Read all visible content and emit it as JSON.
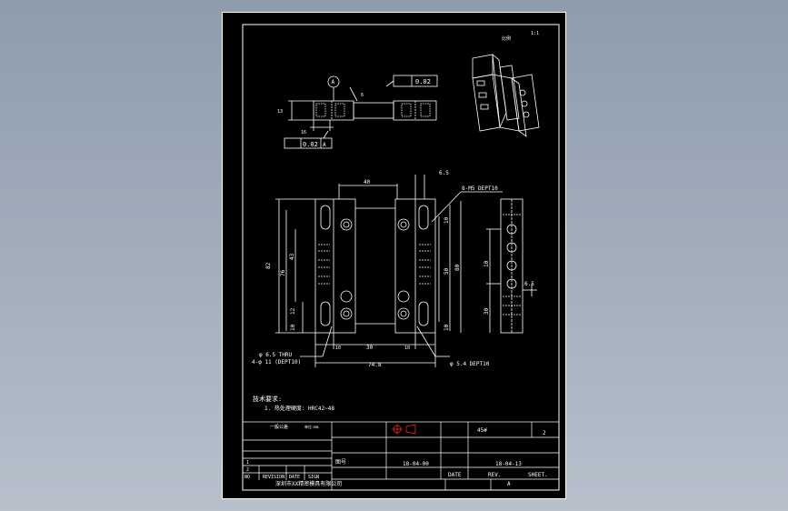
{
  "dims": {
    "top_40": "40",
    "top_65": "6.5",
    "threaded": "8-M5 DEPT10",
    "left_82": "82",
    "left_76": "76",
    "left_43": "43",
    "left_12": "12",
    "left_10": "10",
    "right_50": "50",
    "right_10": "10",
    "right_10b": "10",
    "far_80": "80",
    "bottom_30": "30",
    "bottom_10a": "10",
    "bottom_10b": "10",
    "bottom_74": "74.8",
    "hole1": "φ 6.5 THRU",
    "hole2": "4-φ 11 (DEPT10)",
    "pin": "φ 5.4 DEPT10",
    "side_65": "6.5",
    "side_30": "30",
    "side_10": "10",
    "datum": "A",
    "flatness": "0.02",
    "parallel": "0.02",
    "parallel_ref": "A",
    "small_16": "16",
    "small_6": "6",
    "small_13": "13"
  },
  "notes": {
    "title": "技术要求:",
    "line1": "1. 热处理硬度: HRC42~48"
  },
  "corner": {
    "a": "比例",
    "b": "1:1"
  },
  "title_block": {
    "company": "深圳市XX精密模具有限公司",
    "drawing_no": "18-04-00",
    "drawing_no_label": "图号",
    "part_no": "18-04-13",
    "material": "45#",
    "qty": "2",
    "date_label": "DATE",
    "rev_label": "REV.",
    "sheet_label": "SHEET.",
    "rev_value": "A",
    "rev_col": "REVISION",
    "date_col": "DATE",
    "sign_col": "SIGN",
    "no_col": "NO",
    "row1": "1",
    "row2": "2",
    "tol_title": "一般公差",
    "tol_unit": "单位:mm"
  }
}
